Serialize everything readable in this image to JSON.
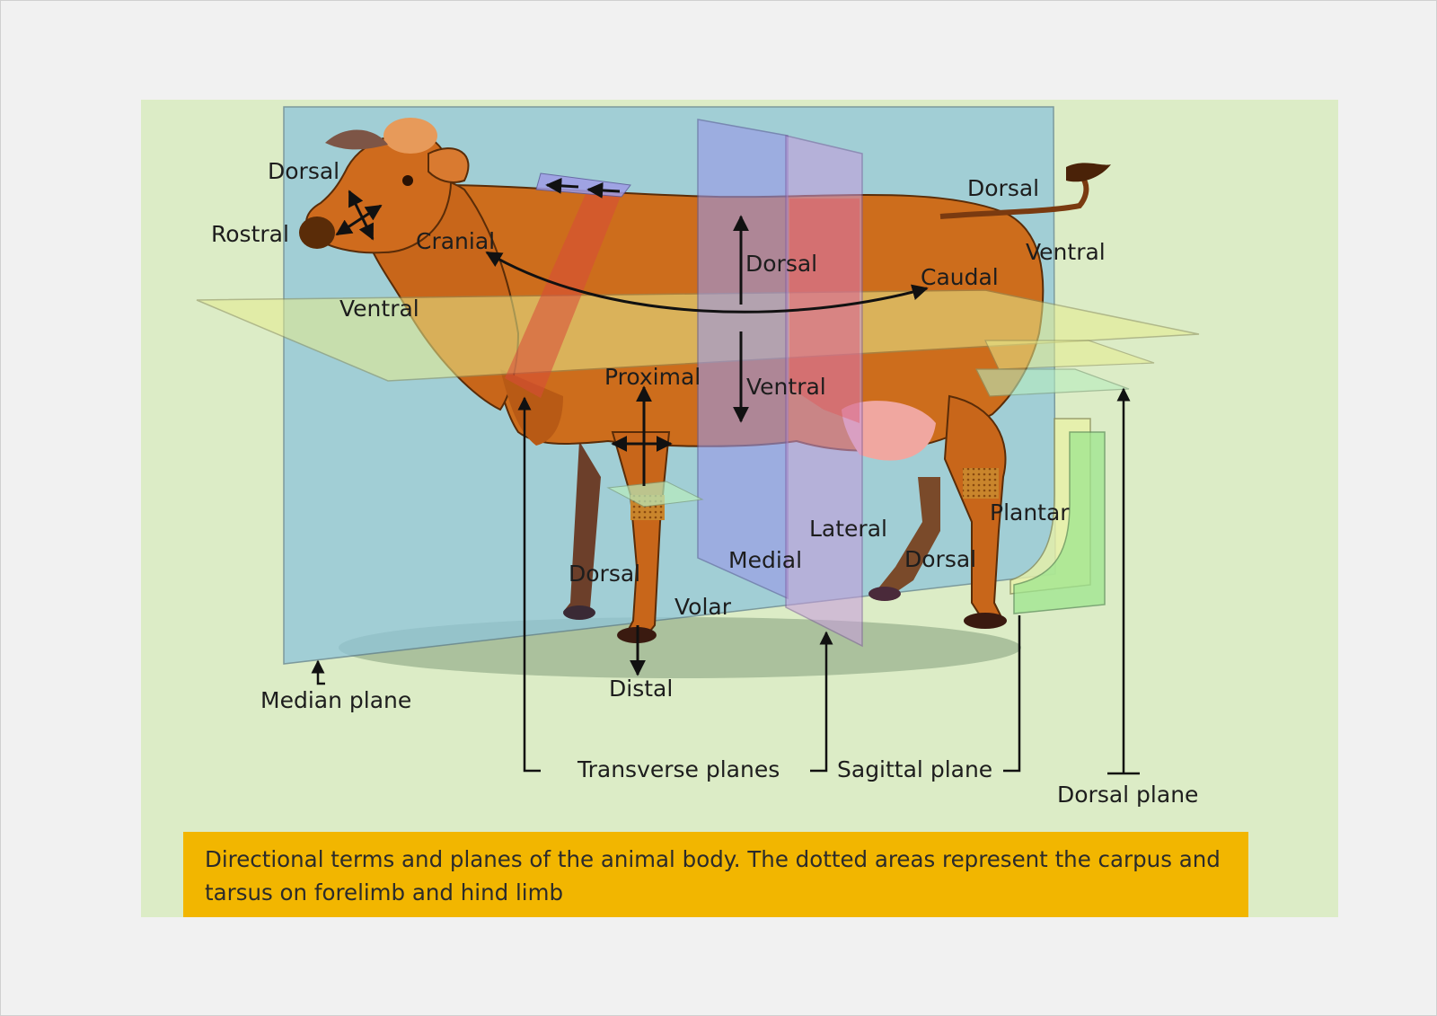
{
  "caption": "Directional terms and planes of the animal body. The dotted areas represent the carpus and tarsus on forelimb and hind limb",
  "labels": {
    "head_dorsal": "Dorsal",
    "head_rostral": "Rostral",
    "head_ventral": "Ventral",
    "cranial": "Cranial",
    "body_dorsal": "Dorsal",
    "caudal": "Caudal",
    "tail_dorsal": "Dorsal",
    "tail_ventral": "Ventral",
    "proximal": "Proximal",
    "body_ventral": "Ventral",
    "lateral": "Lateral",
    "medial": "Medial",
    "forelimb_dorsal": "Dorsal",
    "volar": "Volar",
    "distal": "Distal",
    "hindlimb_dorsal": "Dorsal",
    "plantar": "Plantar",
    "median_plane": "Median plane",
    "transverse_planes": "Transverse planes",
    "sagittal_plane": "Sagittal plane",
    "dorsal_plane": "Dorsal plane"
  },
  "colors": {
    "background": "#dcecc6",
    "median_plane": "#8ec4da",
    "transverse_plane_1": "#9a98e8",
    "transverse_plane_2": "#c79ade",
    "dorsal_plane": "#e6ec8e",
    "cow_body": "#cd6d1c",
    "caption_bar": "#f2b600"
  }
}
